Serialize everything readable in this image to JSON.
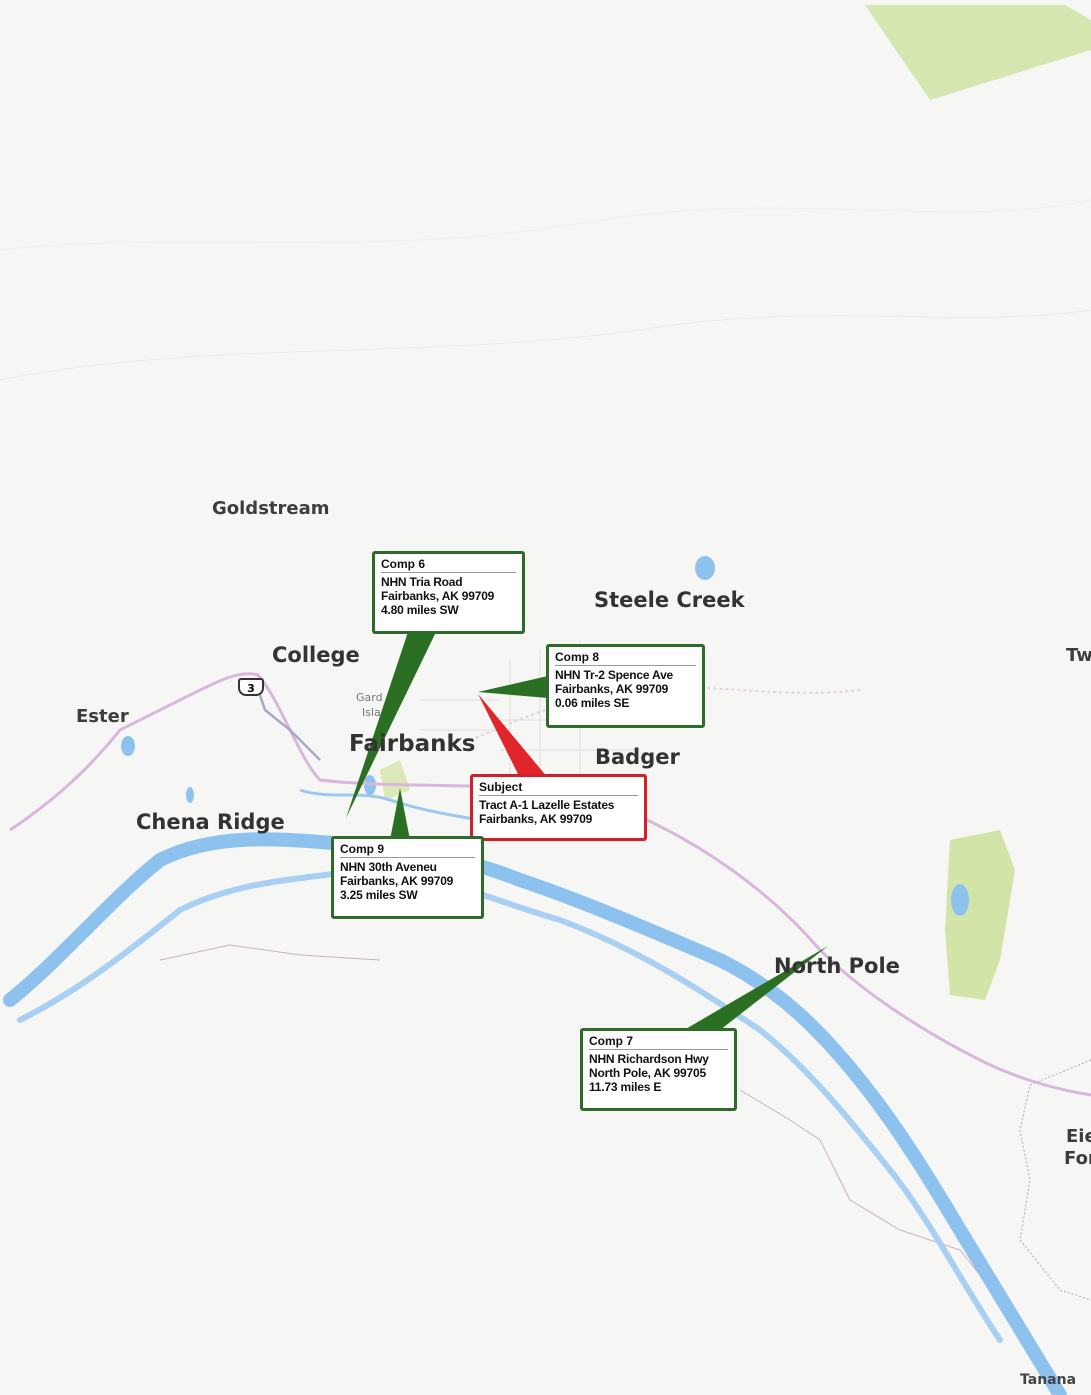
{
  "places": [
    {
      "id": "goldstream",
      "label": "Goldstream"
    },
    {
      "id": "steele-creek",
      "label": "Steele Creek"
    },
    {
      "id": "college",
      "label": "College"
    },
    {
      "id": "ester",
      "label": "Ester"
    },
    {
      "id": "fairbanks",
      "label": "Fairbanks"
    },
    {
      "id": "badger",
      "label": "Badger"
    },
    {
      "id": "chena-ridge",
      "label": "Chena Ridge"
    },
    {
      "id": "north-pole",
      "label": "North Pole"
    },
    {
      "id": "tw",
      "label": "Tw"
    },
    {
      "id": "eie",
      "label": "Eie"
    },
    {
      "id": "for",
      "label": "For"
    },
    {
      "id": "tanana",
      "label": "Tanana"
    },
    {
      "id": "garden-a",
      "label": "Gard"
    },
    {
      "id": "garden-b",
      "label": "Isla"
    }
  ],
  "route_shield": "3",
  "callouts": {
    "comp6": {
      "title": "Comp 6",
      "line1": "NHN Tria Road",
      "line2": "Fairbanks, AK 99709",
      "line3": "4.80 miles SW"
    },
    "comp8": {
      "title": "Comp 8",
      "line1": "NHN Tr-2 Spence Ave",
      "line2": "Fairbanks, AK 99709",
      "line3": "0.06 miles SE"
    },
    "subject": {
      "title": "Subject",
      "line1": "Tract A-1 Lazelle Estates",
      "line2": "Fairbanks, AK 99709"
    },
    "comp9": {
      "title": "Comp 9",
      "line1": "NHN 30th Aveneu",
      "line2": "Fairbanks, AK 99709",
      "line3": "3.25 miles SW"
    },
    "comp7": {
      "title": "Comp 7",
      "line1": "NHN Richardson Hwy",
      "line2": "North Pole, AK 99705",
      "line3": "11.73 miles E"
    }
  },
  "colors": {
    "comp_border": "#2e6b2a",
    "subject_border": "#d12027",
    "water": "#8ec2ee",
    "park": "#cfe3a3",
    "road": "#d9b7dc"
  }
}
